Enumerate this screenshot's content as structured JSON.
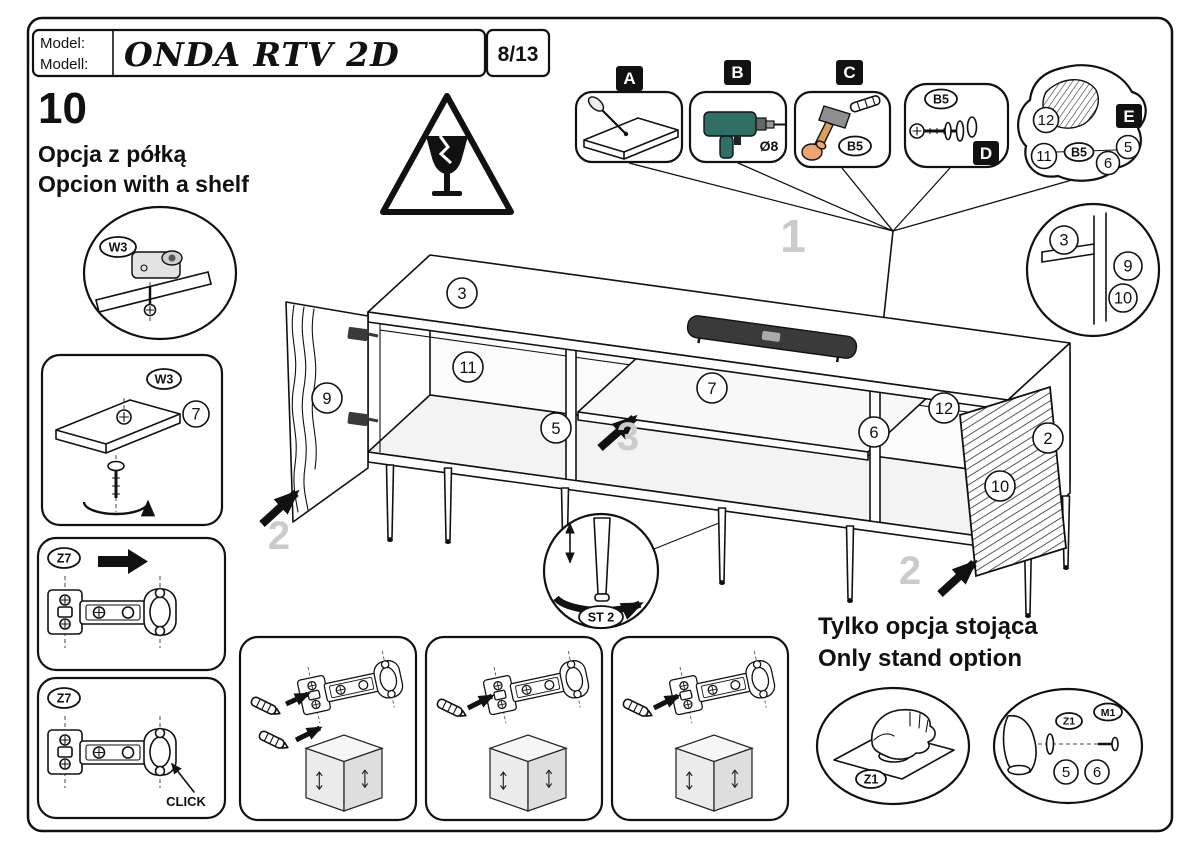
{
  "colors": {
    "ghost_number": "#cbcbcb",
    "drill_body": "#2f6f66",
    "hammer_head": "#8f8f8f",
    "handle_wood": "#d9a05b",
    "hand_skin": "#eda571",
    "soundbar": "#3a3a3a"
  },
  "header": {
    "model_label_top": "Model:",
    "model_label_bottom": "Modell:",
    "model_name": "ONDA RTV 2D",
    "page_number": "8/13"
  },
  "step": {
    "number": "10",
    "title_pl": "Opcja z półką",
    "title_en": "Opcion with a shelf"
  },
  "tools": {
    "a_label": "A",
    "b_label": "B",
    "b_diameter": "Ø8",
    "c_label": "C",
    "c_part": "B5",
    "d_label": "D",
    "d_part": "B5",
    "e_label": "E",
    "e_part_12": "12",
    "e_part_11": "11",
    "e_part_b5": "B5",
    "e_part_5": "5",
    "e_part_6": "6"
  },
  "corner_detail": {
    "part_3": "3",
    "part_9": "9",
    "part_10": "10"
  },
  "w3_circle": {
    "label": "W3"
  },
  "w3_box": {
    "label": "W3",
    "part_7": "7"
  },
  "z7_box_top": {
    "label": "Z7"
  },
  "z7_box_bottom": {
    "label": "Z7",
    "click_text": "CLICK"
  },
  "st2_detail": {
    "label": "ST 2"
  },
  "cabinet": {
    "part_2": "2",
    "part_3": "3",
    "part_5": "5",
    "part_6": "6",
    "part_7": "7",
    "part_9": "9",
    "part_10": "10",
    "part_11": "11",
    "part_12": "12"
  },
  "ghost_steps": {
    "step_1": "1",
    "step_2_left": "2",
    "step_2_right": "2",
    "step_3": "3"
  },
  "stand_note": {
    "line_pl": "Tylko opcja stojąca",
    "line_en": "Only stand option"
  },
  "z1_detail": {
    "label": "Z1"
  },
  "leg_detail": {
    "z1_label": "Z1",
    "m1_label": "M1",
    "part_5": "5",
    "part_6": "6"
  }
}
